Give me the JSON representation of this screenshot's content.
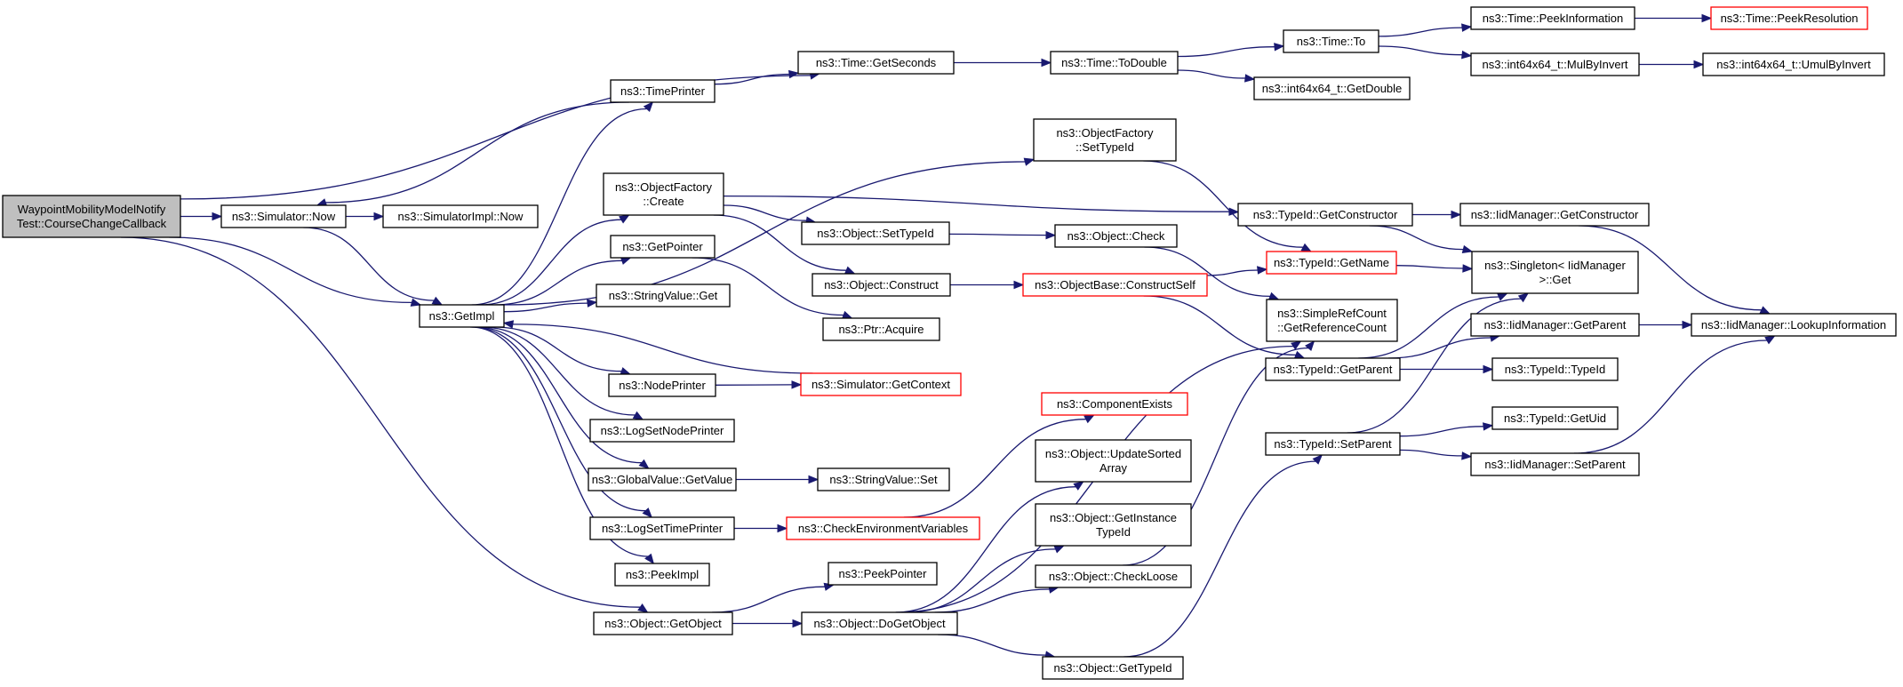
{
  "graph": {
    "nodes": [
      {
        "id": "root",
        "lines": [
          "WaypointMobilityModelNotify",
          "Test::CourseChangeCallback"
        ],
        "root": true
      },
      {
        "id": "simNow",
        "lines": [
          "ns3::Simulator::Now"
        ]
      },
      {
        "id": "simImplNow",
        "lines": [
          "ns3::SimulatorImpl::Now"
        ]
      },
      {
        "id": "getImpl",
        "lines": [
          "ns3::GetImpl"
        ]
      },
      {
        "id": "getObject",
        "lines": [
          "ns3::Object::GetObject"
        ]
      },
      {
        "id": "timePrinter",
        "lines": [
          "ns3::TimePrinter"
        ]
      },
      {
        "id": "ofCreate",
        "lines": [
          "ns3::ObjectFactory",
          "::Create"
        ]
      },
      {
        "id": "getPointer",
        "lines": [
          "ns3::GetPointer"
        ]
      },
      {
        "id": "strGet",
        "lines": [
          "ns3::StringValue::Get"
        ]
      },
      {
        "id": "nodePrinter",
        "lines": [
          "ns3::NodePrinter"
        ]
      },
      {
        "id": "logSetNode",
        "lines": [
          "ns3::LogSetNodePrinter"
        ]
      },
      {
        "id": "gvGetValue",
        "lines": [
          "ns3::GlobalValue::GetValue"
        ]
      },
      {
        "id": "logSetTime",
        "lines": [
          "ns3::LogSetTimePrinter"
        ]
      },
      {
        "id": "peekImpl",
        "lines": [
          "ns3::PeekImpl"
        ]
      },
      {
        "id": "getSeconds",
        "lines": [
          "ns3::Time::GetSeconds"
        ]
      },
      {
        "id": "objSetTypeId",
        "lines": [
          "ns3::Object::SetTypeId"
        ]
      },
      {
        "id": "objConstruct",
        "lines": [
          "ns3::Object::Construct"
        ]
      },
      {
        "id": "ptrAcquire",
        "lines": [
          "ns3::Ptr::Acquire"
        ]
      },
      {
        "id": "simGetContext",
        "lines": [
          "ns3::Simulator::GetContext"
        ],
        "truncated": true
      },
      {
        "id": "strSet",
        "lines": [
          "ns3::StringValue::Set"
        ]
      },
      {
        "id": "checkEnv",
        "lines": [
          "ns3::CheckEnvironmentVariables"
        ],
        "truncated": true
      },
      {
        "id": "peekPointer",
        "lines": [
          "ns3::PeekPointer"
        ]
      },
      {
        "id": "doGetObject",
        "lines": [
          "ns3::Object::DoGetObject"
        ]
      },
      {
        "id": "toDouble",
        "lines": [
          "ns3::Time::ToDouble"
        ]
      },
      {
        "id": "ofSetTypeId",
        "lines": [
          "ns3::ObjectFactory",
          "::SetTypeId"
        ]
      },
      {
        "id": "objCheck",
        "lines": [
          "ns3::Object::Check"
        ]
      },
      {
        "id": "constructSelf",
        "lines": [
          "ns3::ObjectBase::ConstructSelf"
        ],
        "truncated": true
      },
      {
        "id": "compExists",
        "lines": [
          "ns3::ComponentExists"
        ],
        "truncated": true
      },
      {
        "id": "updateSorted",
        "lines": [
          "ns3::Object::UpdateSorted",
          "Array"
        ]
      },
      {
        "id": "getInstTid",
        "lines": [
          "ns3::Object::GetInstance",
          "TypeId"
        ]
      },
      {
        "id": "checkLoose",
        "lines": [
          "ns3::Object::CheckLoose"
        ]
      },
      {
        "id": "objGetTypeId",
        "lines": [
          "ns3::Object::GetTypeId"
        ]
      },
      {
        "id": "timeTo",
        "lines": [
          "ns3::Time::To"
        ]
      },
      {
        "id": "i64GetDouble",
        "lines": [
          "ns3::int64x64_t::GetDouble"
        ]
      },
      {
        "id": "tidGetConstructor",
        "lines": [
          "ns3::TypeId::GetConstructor"
        ]
      },
      {
        "id": "tidGetName",
        "lines": [
          "ns3::TypeId::GetName"
        ],
        "truncated": true
      },
      {
        "id": "getRefCount",
        "lines": [
          "ns3::SimpleRefCount",
          "::GetReferenceCount"
        ]
      },
      {
        "id": "tidGetParent",
        "lines": [
          "ns3::TypeId::GetParent"
        ]
      },
      {
        "id": "tidSetParent",
        "lines": [
          "ns3::TypeId::SetParent"
        ]
      },
      {
        "id": "peekInfo",
        "lines": [
          "ns3::Time::PeekInformation"
        ]
      },
      {
        "id": "mulByInvert",
        "lines": [
          "ns3::int64x64_t::MulByInvert"
        ]
      },
      {
        "id": "iidGetConstructor",
        "lines": [
          "ns3::IidManager::GetConstructor"
        ]
      },
      {
        "id": "singletonGet",
        "lines": [
          "ns3::Singleton< IidManager",
          ">::Get"
        ]
      },
      {
        "id": "iidGetParent",
        "lines": [
          "ns3::IidManager::GetParent"
        ]
      },
      {
        "id": "tidTypeId",
        "lines": [
          "ns3::TypeId::TypeId"
        ]
      },
      {
        "id": "tidGetUid",
        "lines": [
          "ns3::TypeId::GetUid"
        ]
      },
      {
        "id": "iidSetParent",
        "lines": [
          "ns3::IidManager::SetParent"
        ]
      },
      {
        "id": "peekResolution",
        "lines": [
          "ns3::Time::PeekResolution"
        ],
        "truncated": true
      },
      {
        "id": "umulByInvert",
        "lines": [
          "ns3::int64x64_t::UmulByInvert"
        ]
      },
      {
        "id": "lookupInfo",
        "lines": [
          "ns3::IidManager::LookupInformation"
        ]
      }
    ],
    "edges": [
      [
        "root",
        "simNow"
      ],
      [
        "root",
        "getImpl"
      ],
      [
        "root",
        "getObject"
      ],
      [
        "root",
        "getSeconds"
      ],
      [
        "simNow",
        "simImplNow"
      ],
      [
        "simNow",
        "getImpl"
      ],
      [
        "getImpl",
        "timePrinter"
      ],
      [
        "getImpl",
        "ofCreate"
      ],
      [
        "getImpl",
        "getPointer"
      ],
      [
        "getImpl",
        "strGet"
      ],
      [
        "getImpl",
        "nodePrinter"
      ],
      [
        "getImpl",
        "logSetNode"
      ],
      [
        "getImpl",
        "gvGetValue"
      ],
      [
        "getImpl",
        "logSetTime"
      ],
      [
        "getImpl",
        "peekImpl"
      ],
      [
        "getImpl",
        "ofSetTypeId"
      ],
      [
        "timePrinter",
        "simNow"
      ],
      [
        "timePrinter",
        "getSeconds"
      ],
      [
        "getSeconds",
        "toDouble"
      ],
      [
        "toDouble",
        "timeTo"
      ],
      [
        "toDouble",
        "i64GetDouble"
      ],
      [
        "timeTo",
        "peekInfo"
      ],
      [
        "timeTo",
        "mulByInvert"
      ],
      [
        "peekInfo",
        "peekResolution"
      ],
      [
        "mulByInvert",
        "umulByInvert"
      ],
      [
        "ofCreate",
        "tidGetConstructor"
      ],
      [
        "ofCreate",
        "objSetTypeId"
      ],
      [
        "ofCreate",
        "objConstruct"
      ],
      [
        "objSetTypeId",
        "objCheck"
      ],
      [
        "objCheck",
        "getRefCount"
      ],
      [
        "ofSetTypeId",
        "tidGetName"
      ],
      [
        "objConstruct",
        "constructSelf"
      ],
      [
        "constructSelf",
        "tidGetName"
      ],
      [
        "constructSelf",
        "tidGetParent"
      ],
      [
        "getPointer",
        "ptrAcquire"
      ],
      [
        "nodePrinter",
        "simGetContext"
      ],
      [
        "simGetContext",
        "getImpl"
      ],
      [
        "gvGetValue",
        "strSet"
      ],
      [
        "logSetTime",
        "checkEnv"
      ],
      [
        "checkEnv",
        "compExists"
      ],
      [
        "getObject",
        "peekPointer"
      ],
      [
        "getObject",
        "doGetObject"
      ],
      [
        "doGetObject",
        "updateSorted"
      ],
      [
        "doGetObject",
        "getInstTid"
      ],
      [
        "doGetObject",
        "checkLoose"
      ],
      [
        "doGetObject",
        "objGetTypeId"
      ],
      [
        "doGetObject",
        "getRefCount"
      ],
      [
        "checkLoose",
        "getRefCount"
      ],
      [
        "objGetTypeId",
        "tidSetParent"
      ],
      [
        "tidGetConstructor",
        "iidGetConstructor"
      ],
      [
        "tidGetConstructor",
        "singletonGet"
      ],
      [
        "tidGetName",
        "singletonGet"
      ],
      [
        "tidGetParent",
        "singletonGet"
      ],
      [
        "tidGetParent",
        "iidGetParent"
      ],
      [
        "tidGetParent",
        "tidTypeId"
      ],
      [
        "tidSetParent",
        "singletonGet"
      ],
      [
        "tidSetParent",
        "tidGetUid"
      ],
      [
        "tidSetParent",
        "iidSetParent"
      ],
      [
        "iidGetConstructor",
        "lookupInfo"
      ],
      [
        "iidGetParent",
        "lookupInfo"
      ],
      [
        "iidSetParent",
        "lookupInfo"
      ]
    ]
  },
  "colors": {
    "edge": "#191970",
    "node_border": "#000000",
    "truncated_border": "#ff0000",
    "root_fill": "#bfbfbf",
    "node_fill": "#ffffff"
  }
}
